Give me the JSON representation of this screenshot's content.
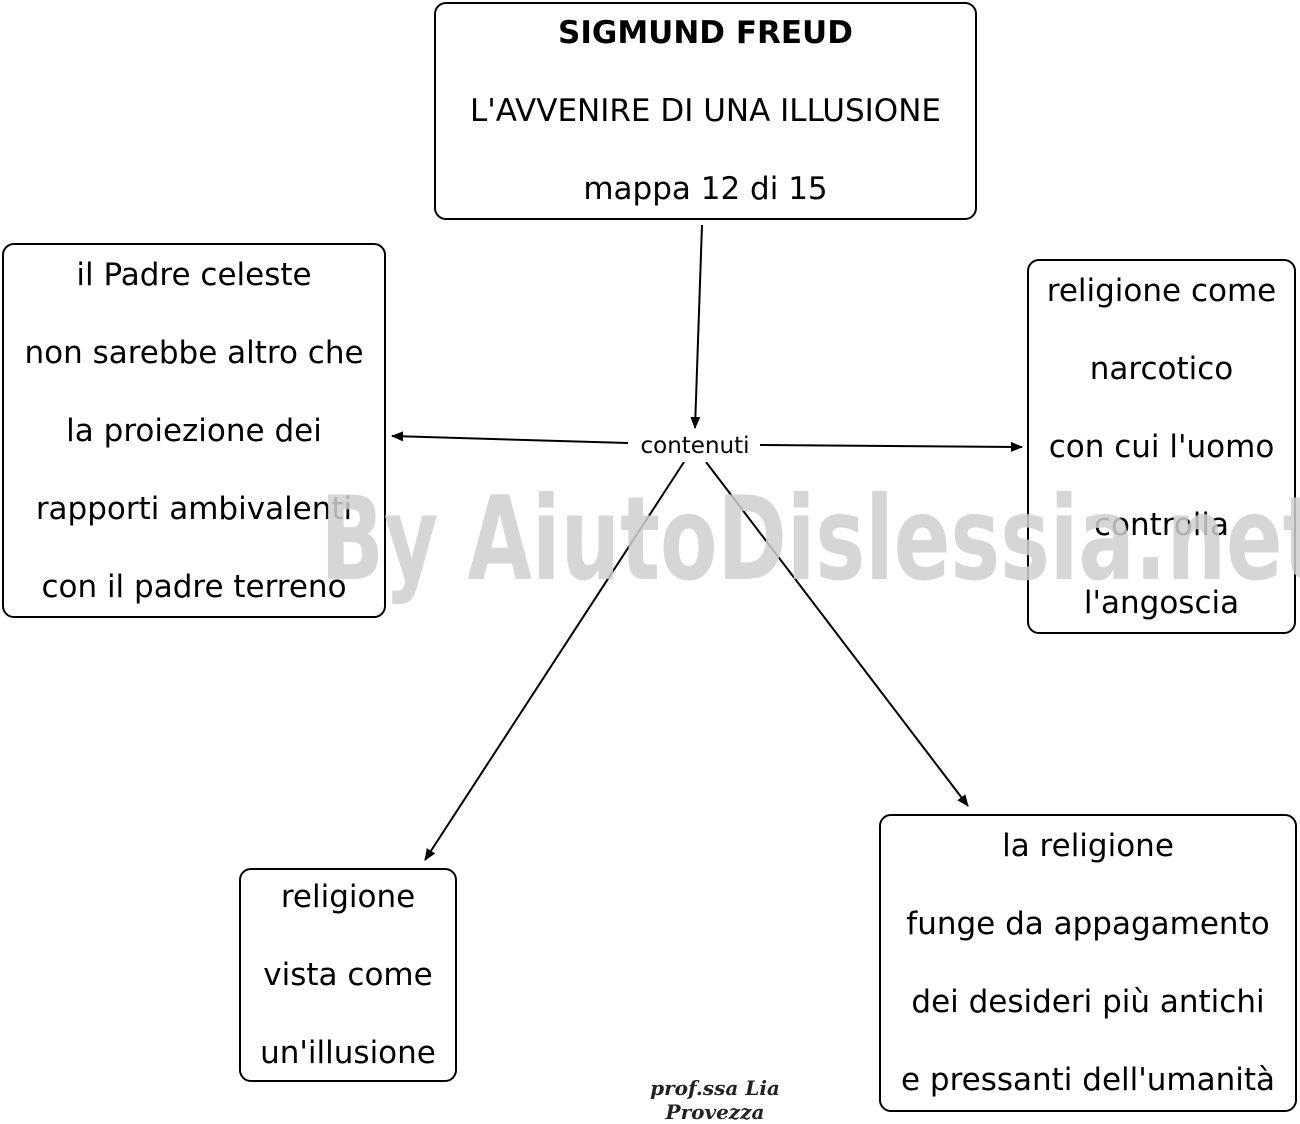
{
  "title_node": {
    "lines": [
      {
        "text": "SIGMUND  FREUD",
        "bold": true
      },
      {
        "text": "L'AVVENIRE DI UNA ILLUSIONE",
        "bold": false
      },
      {
        "text": "mappa 12 di 15",
        "bold": false
      }
    ]
  },
  "link_label": "contenuti",
  "nodes": {
    "padre": [
      "il Padre celeste",
      "non sarebbe altro che",
      "la proiezione dei",
      "rapporti ambivalenti",
      "con il padre terreno"
    ],
    "narcotico": [
      "religione come",
      "narcotico",
      "con cui l'uomo",
      "controlla",
      "l'angoscia"
    ],
    "illusione": [
      "religione",
      "vista come",
      "un'illusione"
    ],
    "appagamento": [
      "la religione",
      "funge da appagamento",
      "dei desideri più antichi",
      "e pressanti dell'umanità"
    ]
  },
  "watermark": "By AiutoDislessia.net",
  "signature": "prof.ssa Lia Provezza"
}
